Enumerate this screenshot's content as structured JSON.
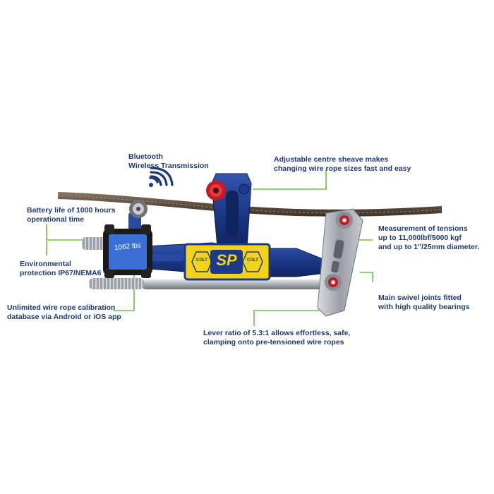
{
  "colors": {
    "label_text": "#1f3a6e",
    "callout_line": "#6cc04a",
    "body_blue": "#1d3a8a",
    "brand_yellow": "#f2d21b",
    "rope": "#6b5a4a",
    "steel": "#b8bcc2",
    "phone_screen": "#3b6fd6",
    "sheave_red": "#c41a24"
  },
  "icons": {
    "bluetooth": "wireless-waves-icon"
  },
  "callouts": {
    "bluetooth": [
      "Bluetooth",
      "Wireless Transmission"
    ],
    "sheave": [
      "Adjustable centre sheave makes",
      "changing wire rope sizes fast and easy"
    ],
    "battery": [
      "Battery life of 1000 hours",
      "operational time"
    ],
    "environmental": [
      "Environmental",
      "protection IP67/NEMA6"
    ],
    "calibration": [
      "Unlimited wire rope calibration",
      "database via Android or iOS app"
    ],
    "lever": [
      "Lever ratio of 5.3:1 allows effortless, safe,",
      "clamping onto pre-tensioned wire ropes"
    ],
    "tension": [
      "Measurement of tensions",
      "up to 11,000lbf/5000 kgf",
      "and up to 1\"/25mm diameter."
    ],
    "swivel": [
      "Main swivel joints fitted",
      "with high quality bearings"
    ]
  },
  "device": {
    "display_value": "1062 lbs",
    "logo_text": "SP",
    "plate_text": "COLT"
  }
}
